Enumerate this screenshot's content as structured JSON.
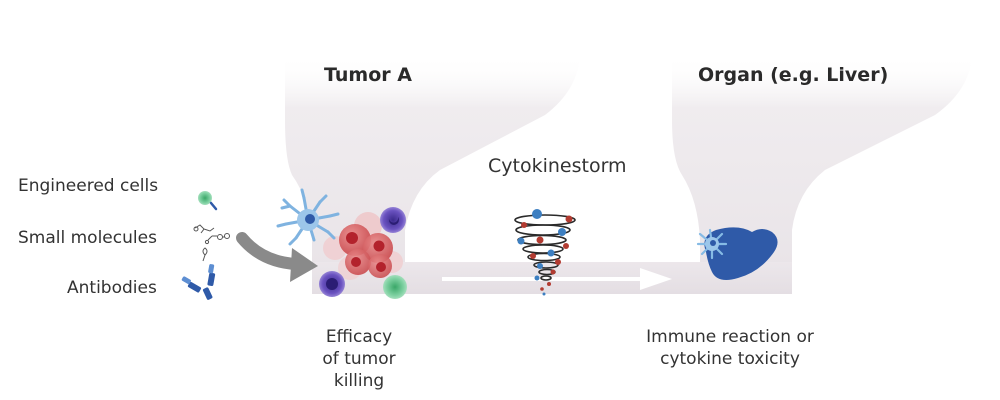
{
  "agents": {
    "engineered_cells": "Engineered cells",
    "small_molecules": "Small molecules",
    "antibodies": "Antibodies"
  },
  "tumor": {
    "title": "Tumor A",
    "caption_line1": "Efficacy",
    "caption_line2": "of tumor",
    "caption_line3": "killing"
  },
  "storm": {
    "title": "Cytokinestorm"
  },
  "organ": {
    "title": "Organ (e.g. Liver)",
    "caption_line1": "Immune reaction or",
    "caption_line2": "cytokine toxicity"
  },
  "colors": {
    "funnel": "#ede8ec",
    "cell_green": "#4cb87a",
    "cell_purple": "#5a3fa8",
    "cell_red": "#c9454a",
    "immune_blue": "#4a86c5",
    "liver_blue": "#2f5aa8",
    "storm_blue": "#3d7fc1",
    "storm_red": "#b23b31",
    "arrow_gray": "#8a8a8a"
  }
}
